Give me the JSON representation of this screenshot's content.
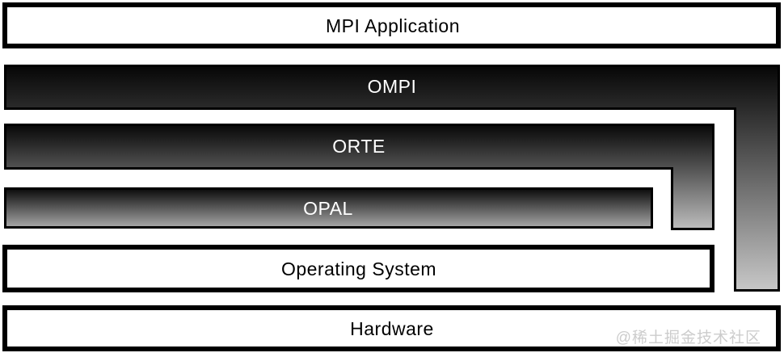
{
  "layers": [
    {
      "label": "MPI Application",
      "style": "plain"
    },
    {
      "label": "OMPI",
      "style": "gradient-l-shape"
    },
    {
      "label": "ORTE",
      "style": "gradient-l-shape"
    },
    {
      "label": "OPAL",
      "style": "gradient-bar"
    },
    {
      "label": "Operating System",
      "style": "plain"
    },
    {
      "label": "Hardware",
      "style": "plain"
    }
  ],
  "colors": {
    "border": "#000000",
    "box_fill": "#ffffff",
    "gradient_top": "#050505",
    "gradient_bottom_ompi": "#c9c9c9",
    "gradient_bottom_orte": "#bfbfbf",
    "gradient_bottom_opal": "#aeaeae",
    "label_on_dark": "#ffffff",
    "label_on_light": "#000000"
  },
  "watermark": {
    "text": "@稀土掘金技术社区",
    "color": "#cccccc"
  }
}
